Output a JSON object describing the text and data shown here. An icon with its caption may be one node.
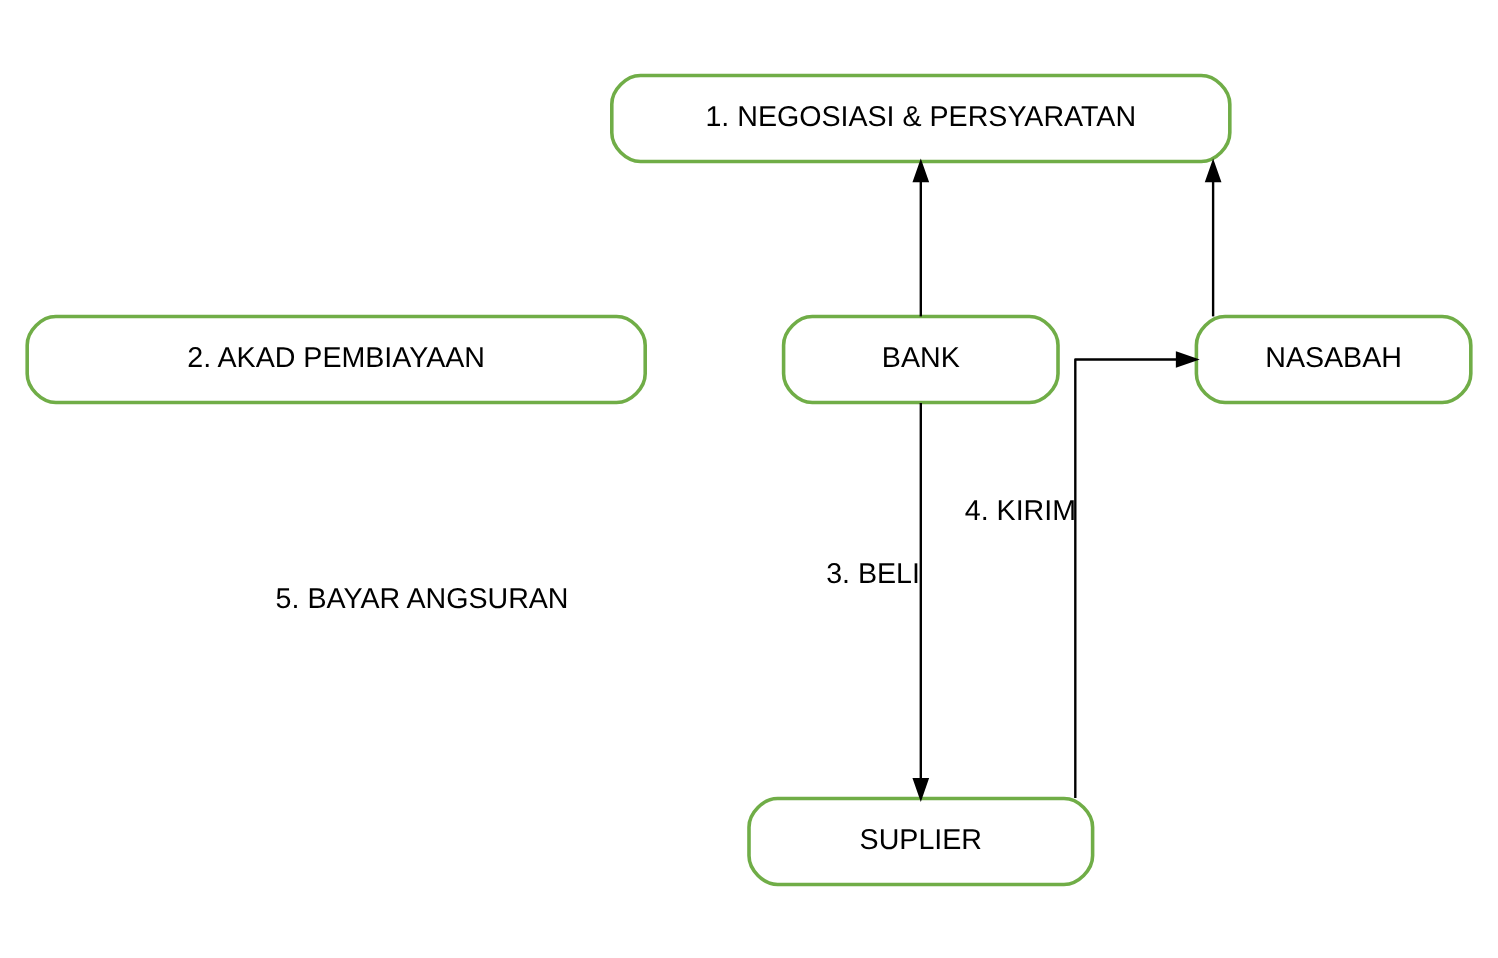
{
  "diagram": {
    "nodes": [
      {
        "text": [
          "1. NEGOSIASI & PERSYARATAN"
        ]
      },
      {
        "text": [
          "BANK"
        ]
      },
      {
        "text": [
          "2. AKAD PEMBIAYAAN"
        ]
      },
      {
        "text": [
          "NASABAH"
        ]
      },
      {
        "text": [
          "SUPLIER"
        ]
      }
    ],
    "edges": [
      {
        "from": 1,
        "to": 0,
        "arrow": "to"
      },
      {
        "from": 3,
        "to": 0,
        "arrow": "to"
      },
      {
        "from": 1,
        "to": 4,
        "arrow": "to",
        "label": "3. BELI"
      },
      {
        "from": 4,
        "to": 3,
        "arrow": "to",
        "label": "4. KIRIM"
      }
    ],
    "labels": [
      "5. BAYAR ANGSURAN"
    ]
  }
}
